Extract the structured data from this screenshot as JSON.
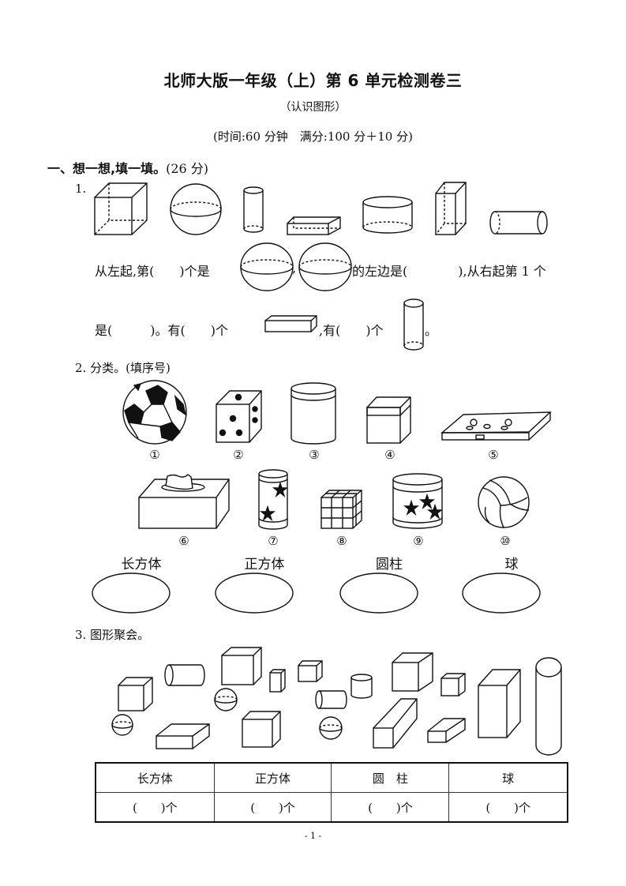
{
  "header": {
    "title": "北师大版一年级（上）第 6 单元检测卷三",
    "subtitle": "（认识图形）",
    "meta": "(时间:60 分钟　满分:100 分＋10 分)"
  },
  "section1": {
    "heading": "一、想一想,填一填。",
    "score": "(26 分)",
    "q1": {
      "number": "1.",
      "shapes": [
        "cube",
        "sphere",
        "tall-cylinder",
        "flat-cuboid",
        "short-cylinder",
        "tall-cuboid",
        "lying-cylinder"
      ],
      "line1": {
        "part1": "从左起,第(　　)个是",
        "comma": ",",
        "part2": "的左边是(　　　　),从右起第 1 个"
      },
      "line2": {
        "part1": "是(　　　)。有(　　)个",
        "part2": ",有(　　)个",
        "end": "。"
      }
    },
    "q2": {
      "number": "2.",
      "prompt": "分类。(填序号)",
      "items": [
        {
          "label": "①",
          "object": "soccer-ball"
        },
        {
          "label": "②",
          "object": "dice"
        },
        {
          "label": "③",
          "object": "cylinder-can"
        },
        {
          "label": "④",
          "object": "box"
        },
        {
          "label": "⑤",
          "object": "flat-toy-box"
        },
        {
          "label": "⑥",
          "object": "tissue-box"
        },
        {
          "label": "⑦",
          "object": "star-can"
        },
        {
          "label": "⑧",
          "object": "rubik-cube"
        },
        {
          "label": "⑨",
          "object": "star-drum"
        },
        {
          "label": "⑩",
          "object": "volleyball"
        }
      ],
      "categories": [
        "长方体",
        "正方体",
        "圆柱",
        "球"
      ]
    },
    "q3": {
      "number": "3.",
      "prompt": "图形聚会。",
      "table": {
        "headers": [
          "长方体",
          "正方体",
          "圆　柱",
          "球"
        ],
        "answers": [
          "(　　)个",
          "(　　)个",
          "(　　)个",
          "(　　)个"
        ]
      }
    }
  },
  "footer": {
    "page_number": "- 1 -"
  }
}
